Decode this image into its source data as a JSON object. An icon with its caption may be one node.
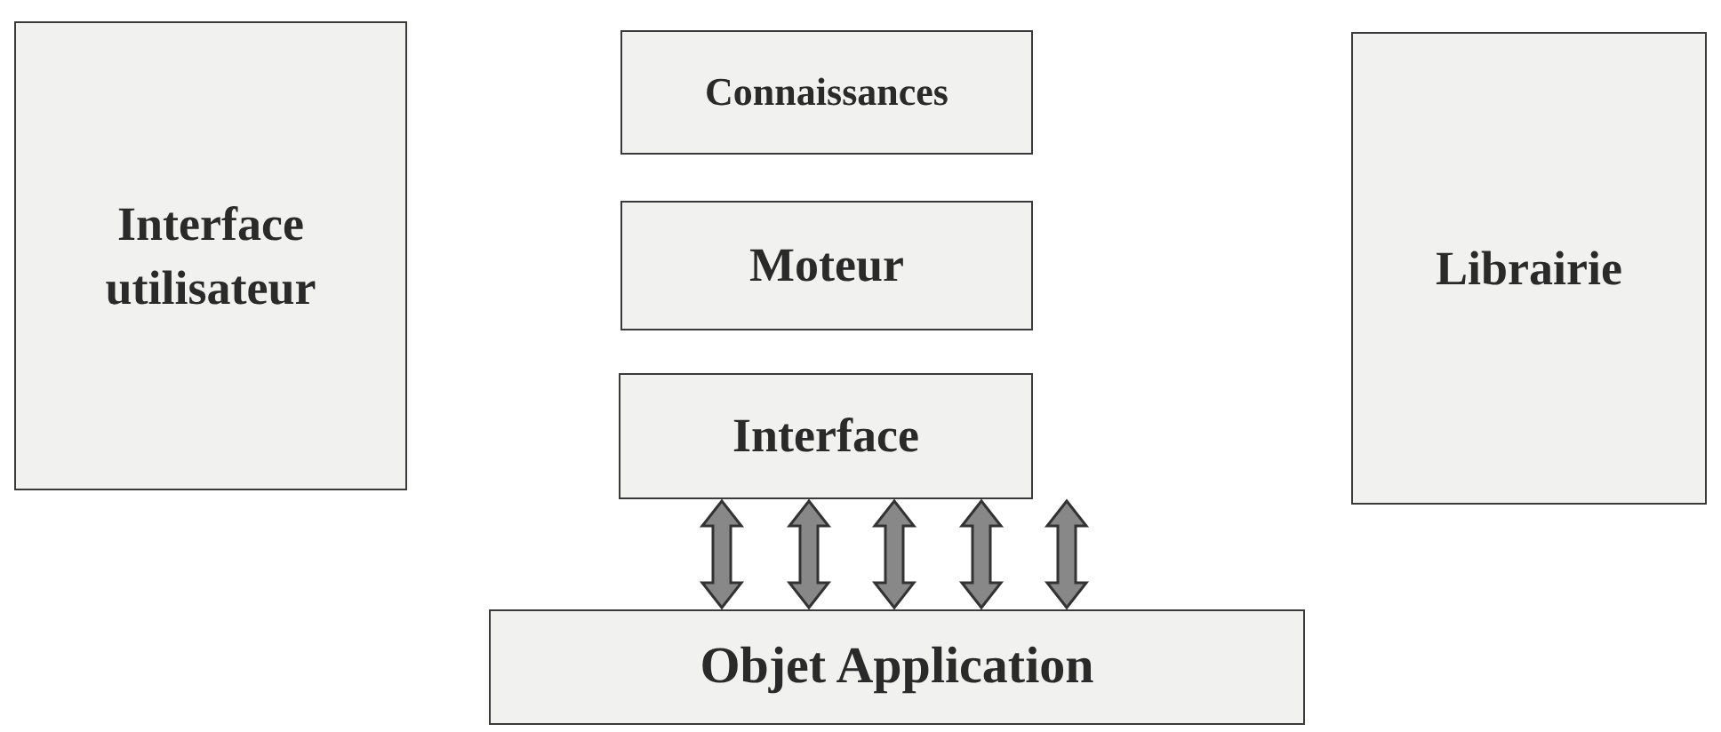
{
  "diagram": {
    "nodes": [
      {
        "text": [
          "Interface utilisateur"
        ]
      },
      {
        "text": [
          "Connaissances"
        ]
      },
      {
        "text": [
          "Moteur"
        ]
      },
      {
        "text": [
          "Librairie"
        ]
      },
      {
        "text": [
          "Interface"
        ]
      },
      {
        "text": [
          "Objet Application"
        ]
      }
    ],
    "edges": [
      {
        "from": 4,
        "to": 5,
        "arrow": "both",
        "style": "thick"
      },
      {
        "from": 4,
        "to": 5,
        "arrow": "both",
        "style": "thick"
      },
      {
        "from": 4,
        "to": 5,
        "arrow": "both",
        "style": "thick"
      },
      {
        "from": 4,
        "to": 5,
        "arrow": "both",
        "style": "thick"
      },
      {
        "from": 4,
        "to": 5,
        "arrow": "both",
        "style": "thick"
      }
    ]
  }
}
